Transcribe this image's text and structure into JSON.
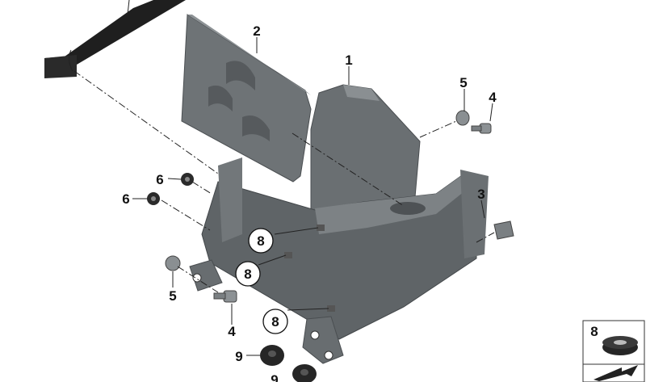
{
  "callouts": {
    "c1": "1",
    "c2": "2",
    "c3": "3",
    "c4a": "4",
    "c4b": "4",
    "c5a": "5",
    "c5b": "5",
    "c6a": "6",
    "c6b": "6",
    "c8a": "8",
    "c8b": "8",
    "c8c": "8",
    "c9a": "9",
    "c9b": "9"
  },
  "inset": {
    "label": "8"
  },
  "colors": {
    "part": "#6a6f72",
    "part_dark": "#4a4e51",
    "part_light": "#8b9093",
    "strap": "#1e1e1e"
  }
}
